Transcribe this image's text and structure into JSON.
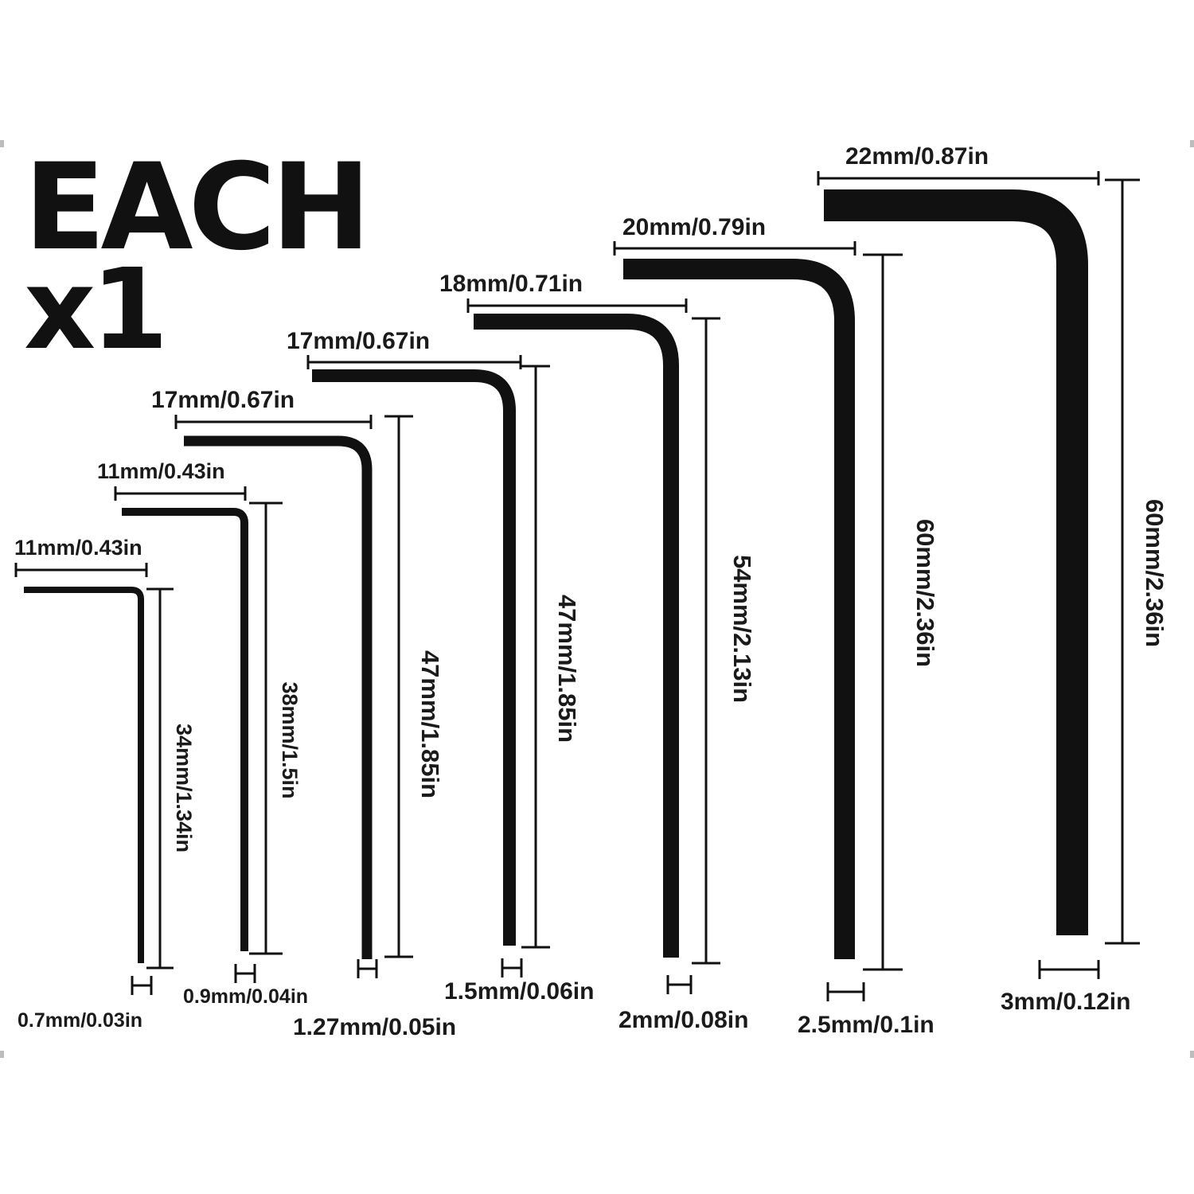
{
  "header": {
    "line1": "EACH",
    "line2": "x1"
  },
  "colors": {
    "key": "#111111",
    "label": "#1a1a1a",
    "background": "#ffffff"
  },
  "keys": [
    {
      "name": "0.7mm",
      "short_arm": "11mm/0.43in",
      "long_arm": "34mm/1.34in",
      "diameter": "0.7mm/0.03in"
    },
    {
      "name": "0.9mm",
      "short_arm": "11mm/0.43in",
      "long_arm": "38mm/1.5in",
      "diameter": "0.9mm/0.04in"
    },
    {
      "name": "1.27mm",
      "short_arm": "17mm/0.67in",
      "long_arm": "47mm/1.85in",
      "diameter": "1.27mm/0.05in"
    },
    {
      "name": "1.5mm",
      "short_arm": "17mm/0.67in",
      "long_arm": "47mm/1.85in",
      "diameter": "1.5mm/0.06in"
    },
    {
      "name": "2mm",
      "short_arm": "18mm/0.71in",
      "long_arm": "54mm/2.13in",
      "diameter": "2mm/0.08in"
    },
    {
      "name": "2.5mm",
      "short_arm": "20mm/0.79in",
      "long_arm": "60mm/2.36in",
      "diameter": "2.5mm/0.1in"
    },
    {
      "name": "3mm",
      "short_arm": "22mm/0.87in",
      "long_arm": "60mm/2.36in",
      "diameter": "3mm/0.12in"
    }
  ]
}
